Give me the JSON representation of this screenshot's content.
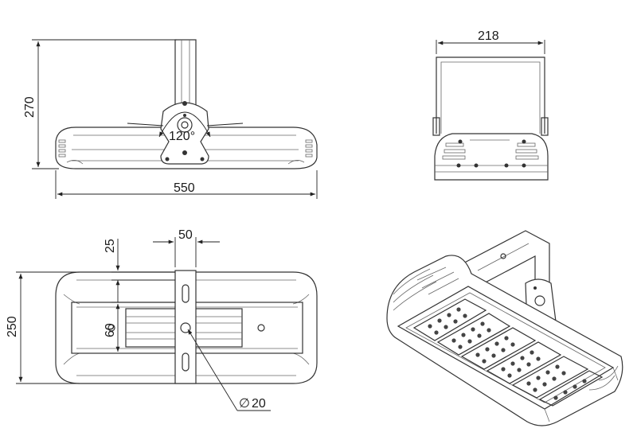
{
  "dimensions": {
    "height_front": "270",
    "angle": "120°",
    "width_front": "550",
    "width_side": "218",
    "offset_top": "25",
    "bracket_width": "50",
    "depth_top": "250",
    "slot_len": "60",
    "hole_dia": "20",
    "diameter_symbol": "∅"
  },
  "colors": {
    "line": "#333333",
    "background": "#ffffff"
  }
}
